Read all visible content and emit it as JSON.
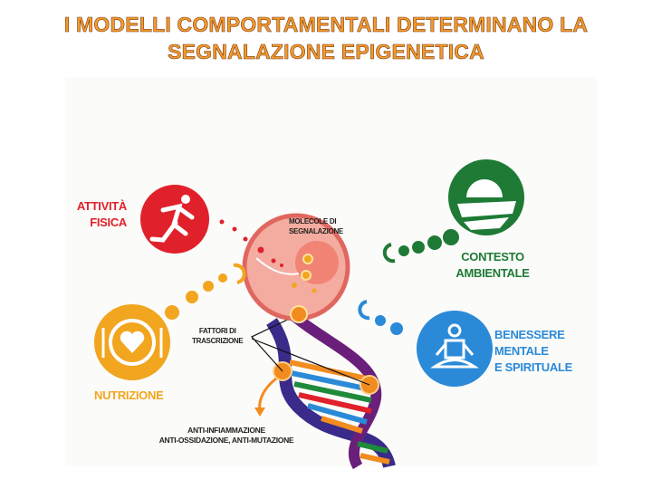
{
  "title": {
    "line1": "I MODELLI COMPORTAMENTALI DETERMINANO LA",
    "line2": "SEGNALAZIONE EPIGENETICA"
  },
  "nodes": {
    "attivita": {
      "line1": "ATTIVITÀ",
      "line2": "FISICA",
      "color": "#e0212b",
      "icon": "runner-icon"
    },
    "contesto": {
      "line1": "CONTESTO",
      "line2": "AMBIENTALE",
      "color": "#1e7a35",
      "icon": "sun-field-icon"
    },
    "benessere": {
      "line1": "BENESSERE",
      "line2": "MENTALE",
      "line3": "E SPIRITUALE",
      "color": "#2a8ad8",
      "icon": "meditation-icon"
    },
    "nutrizione": {
      "line1": "NUTRIZIONE",
      "color": "#f2a51e",
      "icon": "plate-heart-icon"
    }
  },
  "annotations": {
    "molecole": {
      "line1": "MOLECOLE DI",
      "line2": "SEGNALAZIONE"
    },
    "fattori": {
      "line1": "FATTORI DI",
      "line2": "TRASCRIZIONE"
    },
    "effetti": {
      "line1": "ANTI-INFIAMMAZIONE",
      "line2": "ANTI-OSSIDAZIONE, ANTI-MUTAZIONE"
    }
  }
}
